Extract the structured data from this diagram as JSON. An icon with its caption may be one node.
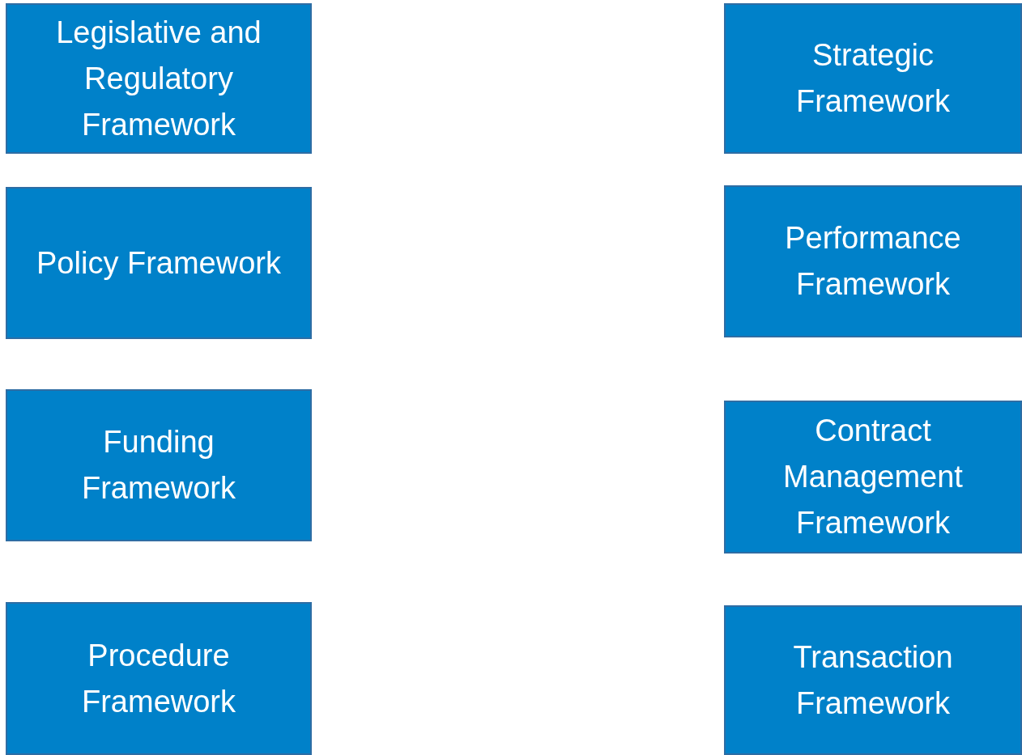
{
  "diagram": {
    "nodes": [
      {
        "text": [
          "Legislative and Regulatory Framework"
        ]
      },
      {
        "text": [
          "Policy Framework"
        ]
      },
      {
        "text": [
          "Funding Framework"
        ]
      },
      {
        "text": [
          "Procedure Framework"
        ]
      },
      {
        "text": [
          "Strategic Framework"
        ]
      },
      {
        "text": [
          "Performance Framework"
        ]
      },
      {
        "text": [
          "Contract Management Framework"
        ]
      },
      {
        "text": [
          "Transaction Framework"
        ]
      }
    ]
  }
}
